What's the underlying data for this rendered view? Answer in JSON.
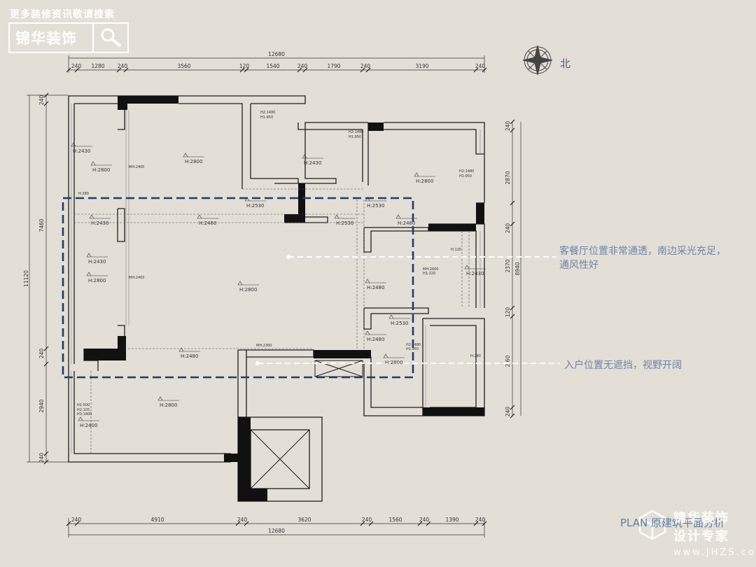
{
  "watermark": {
    "top_slogan": "更多装修资讯敬请搜索",
    "logo_text": "锦华装饰",
    "search_icon": "search-icon",
    "bottom_brand": "锦华装饰",
    "bottom_slogan": "设计专家",
    "bottom_url": "www.JHZS.com"
  },
  "compass": {
    "label": "北",
    "icon": "compass-rose-icon"
  },
  "notes": [
    "客餐厅位置非常通透，南边采光充足，通风性好",
    "入户位置无遮挡，视野开阔"
  ],
  "plan_title": "PLAN 原建筑平面分析",
  "dimensions": {
    "top_total": "12680",
    "top": [
      "240",
      "1280",
      "240",
      "3560",
      "120",
      "1540",
      "240",
      "1790",
      "240",
      "3190",
      "240"
    ],
    "bottom_total": "12680",
    "bottom": [
      "240",
      "4910",
      "240",
      "3620",
      "240",
      "1560",
      "240",
      "1390",
      "240"
    ],
    "left_total": "11120",
    "left_mid": [
      "7460",
      "2940"
    ],
    "left": [
      "240",
      "240",
      "240"
    ],
    "right_total": "8940",
    "right": [
      "240",
      "2870",
      "240",
      "2370",
      "120",
      "2 60",
      "240"
    ]
  },
  "heights": [
    "H:2430",
    "H:2800",
    "H:2800",
    "H:2430",
    "H:2800",
    "H:2430",
    "H:2800",
    "H:2480",
    "H:2530",
    "H:2530",
    "H:2480",
    "H:2530",
    "H:2430",
    "H:2800",
    "H:2480",
    "H:2530",
    "H:2480",
    "H:2800",
    "H:2800",
    "H:2400",
    "H:2480",
    "H:2800"
  ],
  "small_labels": [
    "H2:1480",
    "H1:950",
    "H2:1480",
    "H1:950",
    "H2:1480",
    "H1:950",
    "MH:2400",
    "MH:2400",
    "MH:2600",
    "H1:220",
    "MH:2300",
    "H:120",
    "H:280",
    "H:280",
    "H1:500",
    "H2:105",
    "H3:1800",
    "H2:1480",
    "H1:950"
  ]
}
